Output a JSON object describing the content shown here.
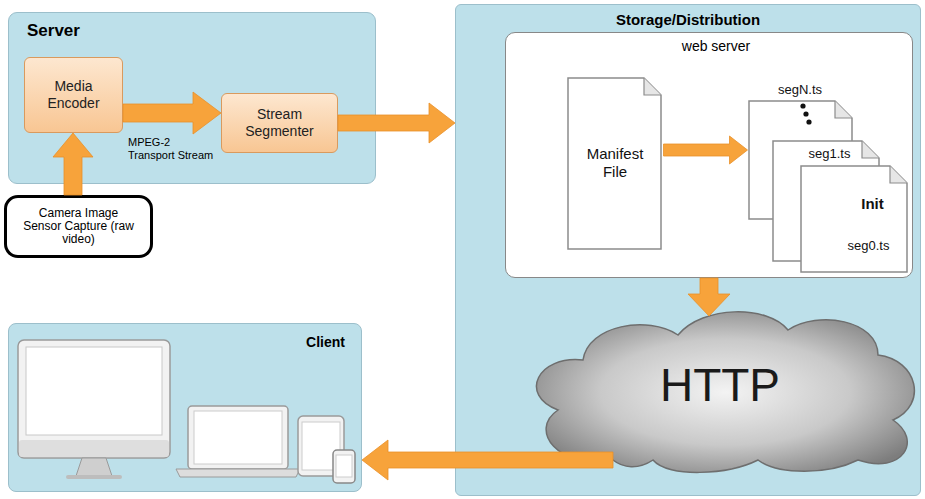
{
  "diagram": {
    "nodes": [
      {
        "text": [
          "Server"
        ]
      },
      {
        "text": [
          "Media Encoder"
        ],
        "in": 0
      },
      {
        "text": [
          "Stream Segmenter"
        ],
        "in": 0
      },
      {
        "text": [
          "Camera Image Sensor Capture (raw video)"
        ]
      },
      {
        "text": [
          "Storage/Distribution"
        ]
      },
      {
        "text": [
          "web server"
        ],
        "in": 4
      },
      {
        "text": [
          "Manifest File"
        ],
        "in": 5
      },
      {
        "text": [
          "segN.ts"
        ],
        "in": 5
      },
      {
        "text": [
          "seg1.ts"
        ],
        "in": 5
      },
      {
        "text": [
          "Init",
          "seg0.ts"
        ],
        "in": 5
      },
      {
        "text": [
          "HTTP"
        ],
        "in": 4
      },
      {
        "text": [
          "Client"
        ]
      }
    ],
    "edges": [
      {
        "from": 3,
        "to": 1,
        "arrow": "to"
      },
      {
        "from": 1,
        "to": 2,
        "label": "MPEG-2 Transport Stream",
        "arrow": "to"
      },
      {
        "from": 2,
        "to": 4,
        "arrow": "to"
      },
      {
        "from": 6,
        "to": 7,
        "arrow": "to"
      },
      {
        "from": 5,
        "to": 10,
        "arrow": "to"
      },
      {
        "from": 10,
        "to": 11,
        "arrow": "to"
      }
    ]
  }
}
